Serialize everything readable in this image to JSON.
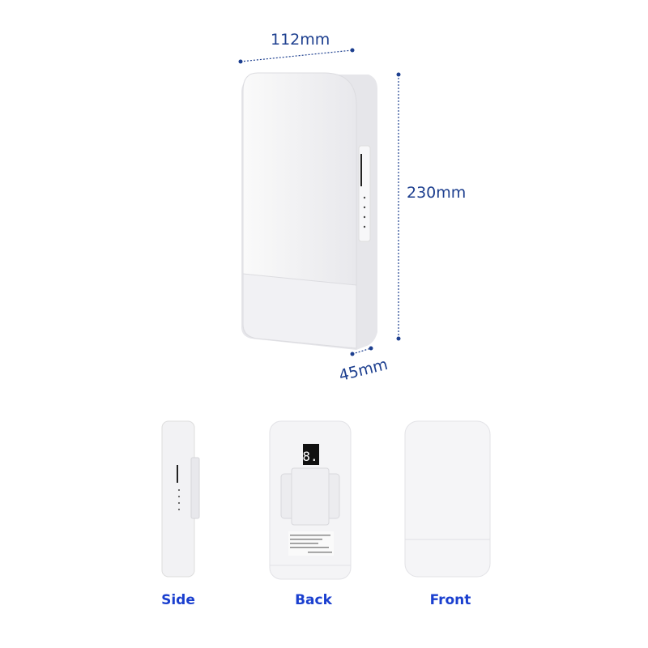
{
  "dimensions": {
    "width": "112mm",
    "height": "230mm",
    "depth": "45mm"
  },
  "views": [
    {
      "label": "Side"
    },
    {
      "label": "Back"
    },
    {
      "label": "Front"
    }
  ],
  "display_digit": "8.",
  "colors": {
    "accent": "#1a3fcf",
    "dimension": "#1d3f8f",
    "device": "#f4f4f6"
  }
}
